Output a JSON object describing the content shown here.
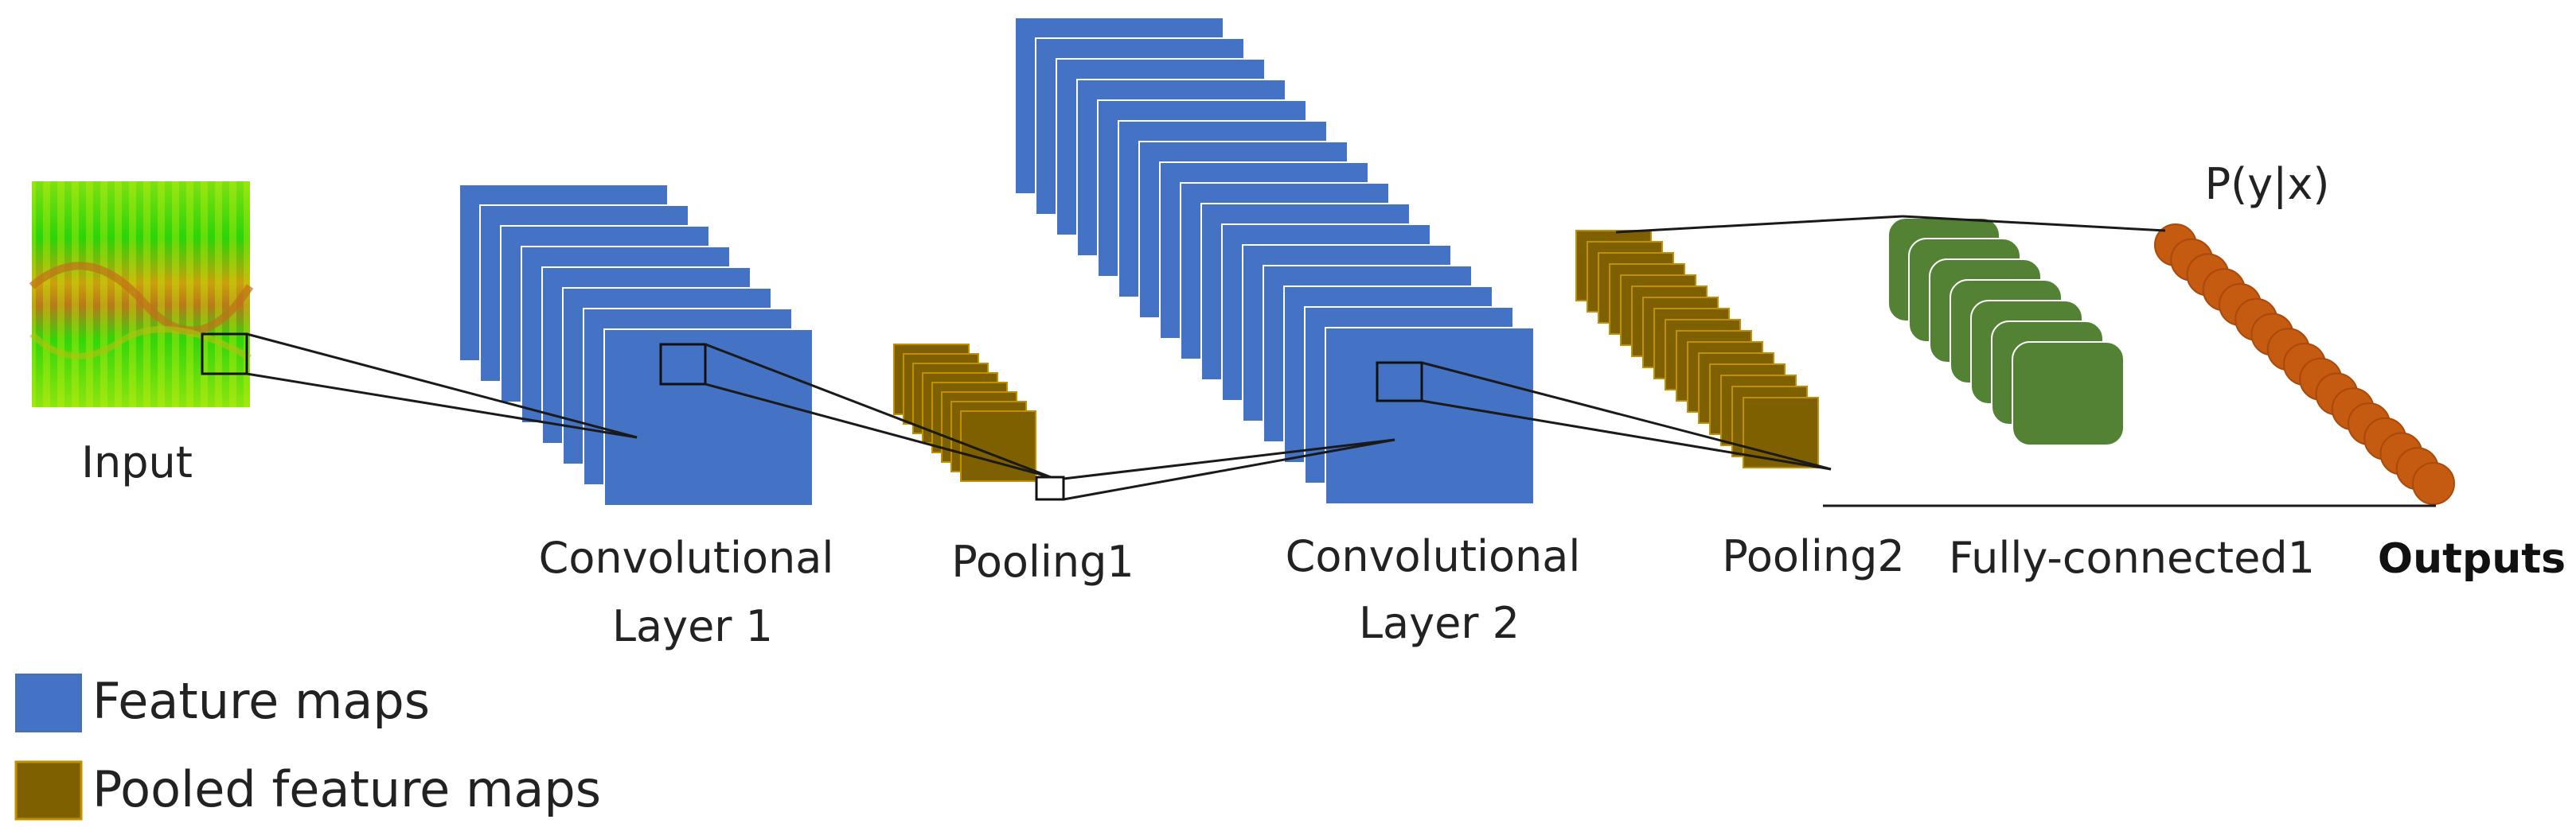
{
  "labels": {
    "input": "Input",
    "conv1_line1": "Convolutional",
    "conv1_line2": "Layer 1",
    "pool1": "Pooling1",
    "conv2_line1": "Convolutional",
    "conv2_line2": "Layer 2",
    "pool2": "Pooling2",
    "fc1": "Fully-connected1",
    "outputs": "Outputs",
    "prob": "P(y|x)"
  },
  "legend": [
    {
      "label": "Feature maps",
      "color": "#4472c4"
    },
    {
      "label": "Pooled feature maps",
      "color": "#7f6000"
    }
  ],
  "colors": {
    "feature_map": "#4472c4",
    "pooled_map": "#7f6000",
    "pooled_border": "#bf9000",
    "fully_connected": "#548235",
    "output_node": "#c55a11"
  }
}
